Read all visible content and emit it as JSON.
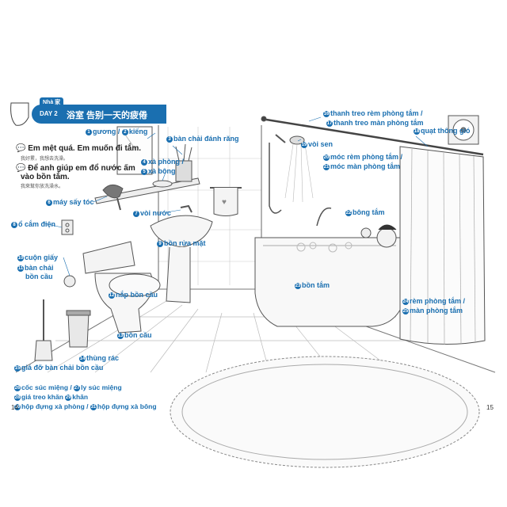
{
  "header": {
    "category": "Nhà 家",
    "day": "DAY 2",
    "title": "浴室 告别一天的疲倦"
  },
  "phrases": [
    {
      "vi": "Em mệt quá. Em muốn đi tắm.",
      "zh": "我好累，我想去洗澡。"
    },
    {
      "vi": "Để anh giúp em đổ nước ấm",
      "vi2": "vào bồn tắm.",
      "zh": "我來幫你放洗澡水。"
    }
  ],
  "labels": [
    {
      "n": "1",
      "text": "gương / ",
      "n2": "2",
      "text2": "kiếng"
    },
    {
      "n": "3",
      "text": "bàn chải đánh răng"
    },
    {
      "n": "4",
      "text": "xà phòng /"
    },
    {
      "n": "5",
      "text": "xà bông"
    },
    {
      "n": "6",
      "text": "máy sấy tóc"
    },
    {
      "n": "7",
      "text": "vòi nước"
    },
    {
      "n": "8",
      "text": "ổ cắm điện"
    },
    {
      "n": "9",
      "text": "bồn rửa mặt"
    },
    {
      "n": "10",
      "text": "cuộn giấy"
    },
    {
      "n": "11",
      "text": "bàn chải"
    },
    {
      "n": "",
      "text": "bồn cầu"
    },
    {
      "n": "12",
      "text": "nắp bồn cầu"
    },
    {
      "n": "13",
      "text": "bồn cầu"
    },
    {
      "n": "14",
      "text": "thùng rác"
    },
    {
      "n": "15",
      "text": "giá đỡ bàn chải bồn cầu"
    },
    {
      "n": "16",
      "text": "thanh treo rèm phòng tắm /"
    },
    {
      "n": "17",
      "text": "thanh treo màn phòng tắm"
    },
    {
      "n": "18",
      "text": "quạt thông gió"
    },
    {
      "n": "19",
      "text": "vòi sen"
    },
    {
      "n": "20",
      "text": "móc rèm phòng tắm /"
    },
    {
      "n": "21",
      "text": "móc màn phòng tắm"
    },
    {
      "n": "22",
      "text": "bông tắm"
    },
    {
      "n": "23",
      "text": "bồn tắm"
    },
    {
      "n": "24",
      "text": "rèm phòng tắm /"
    },
    {
      "n": "25",
      "text": "màn phòng tắm"
    }
  ],
  "bottom_list": [
    {
      "n": "26",
      "a": "cốc súc miệng / ",
      "n2": "27",
      "b": "ly súc miệng"
    },
    {
      "n": "28",
      "a": "giá treo khăn ",
      "n2": "29",
      "b": "khăn"
    },
    {
      "n": "30",
      "a": "hộp đựng xà phòng / ",
      "n2": "31",
      "b": "hộp đựng xà bông"
    }
  ],
  "pages": {
    "left": "14",
    "right": "15"
  },
  "colors": {
    "accent": "#1a6fb0"
  }
}
